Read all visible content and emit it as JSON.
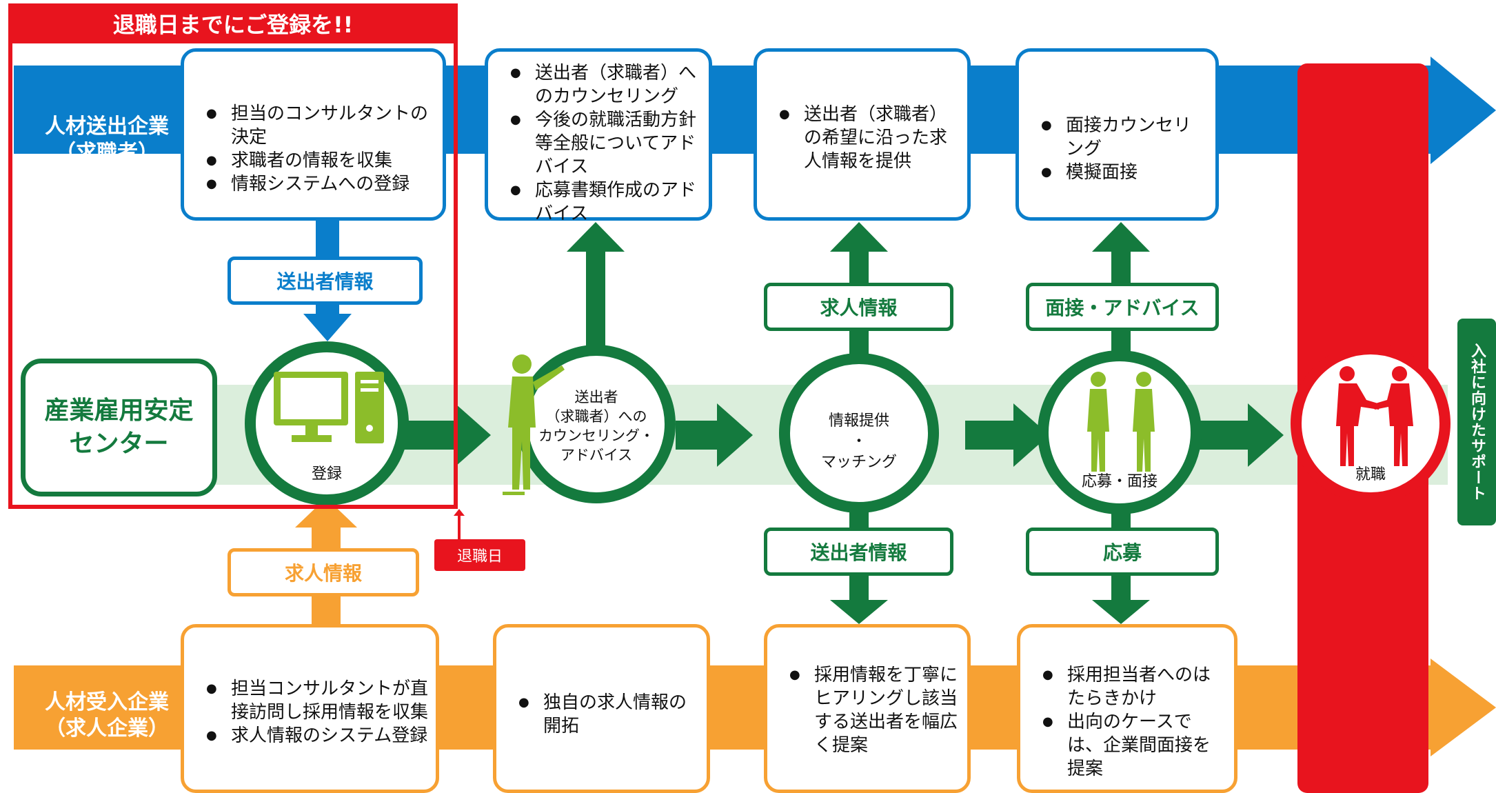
{
  "title_note": "退職日までにご登録を!!",
  "retirement_marker": "退職日",
  "side_label": "入社に向けたサポート",
  "lanes": {
    "sender": {
      "title": "人材送出企業",
      "subtitle": "（求職者）"
    },
    "center": {
      "title": "産業雇用安定",
      "subtitle": "センター"
    },
    "receiver": {
      "title": "人材受入企業",
      "subtitle": "（求人企業）"
    }
  },
  "sender_boxes": [
    {
      "items": [
        "担当のコンサルタントの決定",
        "求職者の情報を収集",
        "情報システムへの登録"
      ]
    },
    {
      "items": [
        "送出者（求職者）へのカウンセリング",
        "今後の就職活動方針等全般についてアドバイス",
        "応募書類作成のアドバイス"
      ]
    },
    {
      "items": [
        "送出者（求職者）の希望に沿った求人情報を提供"
      ]
    },
    {
      "items": [
        "面接カウンセリング",
        "模擬面接"
      ]
    }
  ],
  "receiver_boxes": [
    {
      "items": [
        "担当コンサルタントが直接訪問し採用情報を収集",
        "求人情報のシステム登録"
      ]
    },
    {
      "items": [
        "独自の求人情報の開拓"
      ]
    },
    {
      "items": [
        "採用情報を丁寧にヒアリングし該当する送出者を幅広く提案"
      ]
    },
    {
      "items": [
        "採用担当者へのはたらきかけ",
        "出向のケースでは、企業間面接を提案"
      ]
    }
  ],
  "flow_labels": {
    "sender_info_1": "送出者情報",
    "job_info_1": "求人情報",
    "job_info_2": "求人情報",
    "interview_advice": "面接・アドバイス",
    "sender_info_2": "送出者情報",
    "application": "応募"
  },
  "steps": {
    "register": "登録",
    "counseling": "送出者\n（求職者）への\nカウンセリング・\nアドバイス",
    "matching": "情報提供\n・\nマッチング",
    "interview": "応募・面接",
    "employment": "就職"
  },
  "colors": {
    "blue": "#0a7ecb",
    "orange": "#f7a133",
    "green": "#147a3e",
    "light_green": "#dbeedc",
    "red": "#e8141e",
    "lime": "#8cbd2a"
  }
}
